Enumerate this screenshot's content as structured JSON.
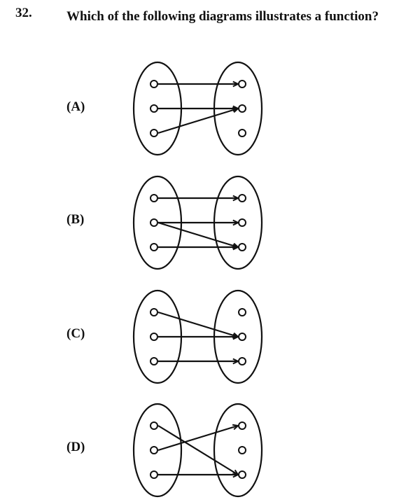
{
  "question": {
    "number": "32.",
    "text": "Which of the following diagrams illustrates a function?"
  },
  "options": [
    {
      "label": "(A)",
      "arrows": [
        [
          0,
          0
        ],
        [
          1,
          1
        ],
        [
          2,
          1
        ]
      ]
    },
    {
      "label": "(B)",
      "arrows": [
        [
          0,
          0
        ],
        [
          1,
          1
        ],
        [
          1,
          2
        ],
        [
          2,
          2
        ]
      ]
    },
    {
      "label": "(C)",
      "arrows": [
        [
          0,
          1
        ],
        [
          1,
          1
        ],
        [
          2,
          2
        ]
      ]
    },
    {
      "label": "(D)",
      "arrows": [
        [
          0,
          2
        ],
        [
          1,
          0
        ],
        [
          2,
          2
        ]
      ]
    }
  ]
}
